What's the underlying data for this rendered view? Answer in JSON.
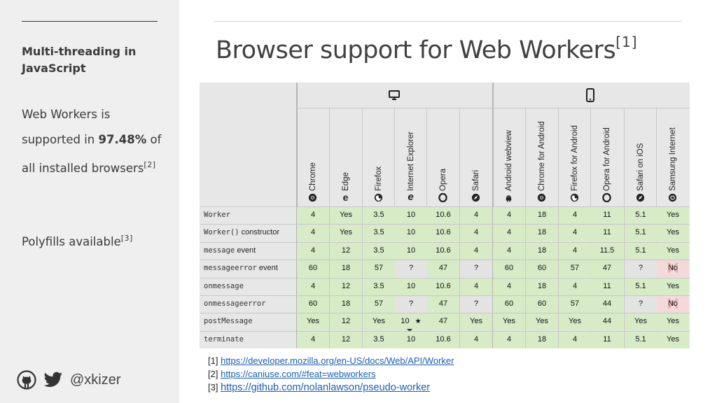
{
  "sidebar": {
    "section_title": "Multi-threading in JavaScript",
    "p1_before": "Web Workers is supported in ",
    "p1_bold": "97.48%",
    "p1_after": " of all installed browsers",
    "p1_ref": "[2]",
    "p2_text": "Polyfills available",
    "p2_ref": "[3]",
    "social_handle": "@xkizer",
    "icons": [
      "github-icon",
      "twitter-icon"
    ]
  },
  "slide": {
    "title": "Browser support for Web Workers",
    "title_ref": "[1]"
  },
  "compat_table": {
    "desktop_icon": "desktop-icon",
    "mobile_icon": "mobile-icon",
    "browsers": [
      {
        "name": "Chrome",
        "icon": "chrome-icon"
      },
      {
        "name": "Edge",
        "icon": "edge-icon"
      },
      {
        "name": "Firefox",
        "icon": "firefox-icon"
      },
      {
        "name": "Internet Explorer",
        "icon": "ie-icon"
      },
      {
        "name": "Opera",
        "icon": "opera-icon"
      },
      {
        "name": "Safari",
        "icon": "safari-icon"
      },
      {
        "name": "Android webview",
        "icon": "android-icon"
      },
      {
        "name": "Chrome for Android",
        "icon": "chrome-icon"
      },
      {
        "name": "Firefox for Android",
        "icon": "firefox-icon"
      },
      {
        "name": "Opera for Android",
        "icon": "opera-icon"
      },
      {
        "name": "Safari on iOS",
        "icon": "safari-icon"
      },
      {
        "name": "Samsung Internet",
        "icon": "samsung-internet-icon"
      }
    ],
    "rows": [
      {
        "code": "Worker",
        "suffix": "",
        "values": [
          "4",
          "Yes",
          "3.5",
          "10",
          "10.6",
          "4",
          "4",
          "18",
          "4",
          "11",
          "5.1",
          "Yes"
        ]
      },
      {
        "code": "Worker()",
        "suffix": " constructor",
        "values": [
          "4",
          "Yes",
          "3.5",
          "10",
          "10.6",
          "4",
          "4",
          "18",
          "4",
          "11",
          "5.1",
          "Yes"
        ]
      },
      {
        "code": "message",
        "suffix": " event",
        "values": [
          "4",
          "12",
          "3.5",
          "10",
          "10.6",
          "4",
          "4",
          "18",
          "4",
          "11.5",
          "5.1",
          "Yes"
        ]
      },
      {
        "code": "messageerror",
        "suffix": " event",
        "values": [
          "60",
          "18",
          "57",
          "?",
          "47",
          "?",
          "60",
          "60",
          "57",
          "47",
          "?",
          "No"
        ]
      },
      {
        "code": "onmessage",
        "suffix": "",
        "values": [
          "4",
          "12",
          "3.5",
          "10",
          "10.6",
          "4",
          "4",
          "18",
          "4",
          "11",
          "5.1",
          "Yes"
        ]
      },
      {
        "code": "onmessageerror",
        "suffix": "",
        "values": [
          "60",
          "18",
          "57",
          "?",
          "47",
          "?",
          "60",
          "60",
          "57",
          "44",
          "?",
          "No"
        ]
      },
      {
        "code": "postMessage",
        "suffix": "",
        "values": [
          "Yes",
          "12",
          "Yes",
          "10",
          "47",
          "Yes",
          "Yes",
          "Yes",
          "Yes",
          "44",
          "Yes",
          "Yes"
        ]
      },
      {
        "code": "terminate",
        "suffix": "",
        "values": [
          "4",
          "12",
          "3.5",
          "10",
          "10.6",
          "4",
          "4",
          "18",
          "4",
          "11",
          "5.1",
          "Yes"
        ]
      }
    ],
    "status_colors": {
      "supported": "#d6ebc6",
      "unknown": "#e3e3e3",
      "unsupported": "#f3d9d9"
    },
    "notes": {
      "postMessage_ie_marker": "★"
    }
  },
  "references": [
    {
      "num": "[1]",
      "url": "https://developer.mozilla.org/en-US/docs/Web/API/Worker"
    },
    {
      "num": "[2]",
      "url": "https://caniuse.com/#feat=webworkers"
    },
    {
      "num": "[3]",
      "url": "https://github.com/nolanlawson/pseudo-worker"
    }
  ]
}
